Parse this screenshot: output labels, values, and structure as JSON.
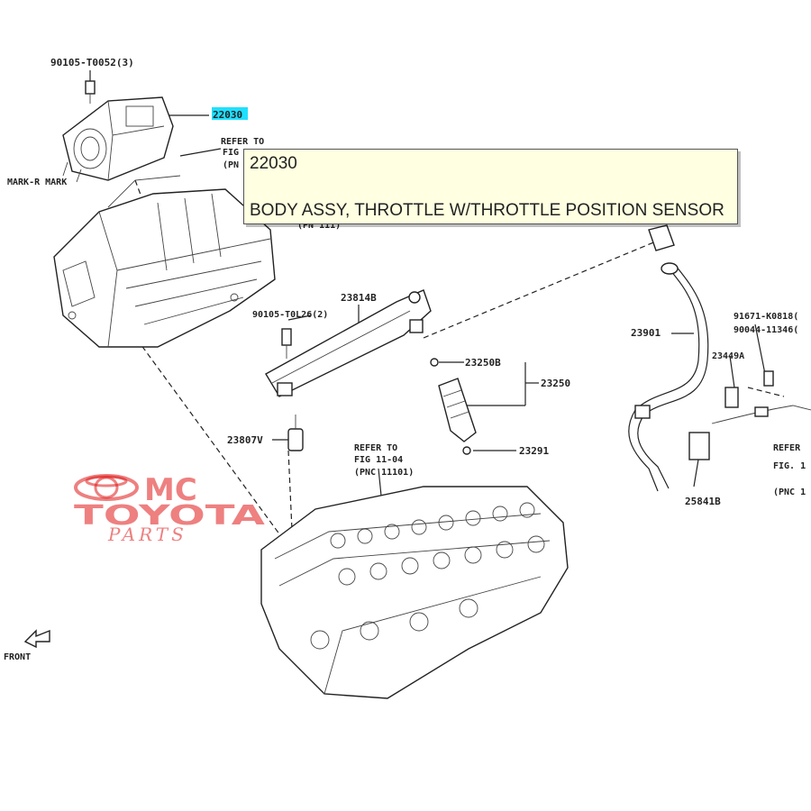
{
  "labels": {
    "bolt_top": "90105-T0052(3)",
    "throttle_part": "22030",
    "refer_top_1": "REFER TO",
    "refer_top_2": "FIG",
    "refer_top_3": "(PN",
    "refer_top_4": "(PN  111)",
    "engine_marker": "MARK-R MARK",
    "bolt_mid": "90105-T0L26(2)",
    "fuel_rail": "23814B",
    "vacuum_hose": "23901",
    "clip_right_1": "91671-K0818(",
    "clip_right_2": "90044-11346(",
    "bracket_right": "23449A",
    "injector_sub": "23250B",
    "injector_assy": "23250",
    "spacer": "23807V",
    "refer_head_1": "REFER TO",
    "refer_head_2": "FIG 11-04",
    "refer_head_3": "(PNC 11101)",
    "gasket": "23291",
    "refer_right_1": "REFER",
    "refer_right_2": "FIG. 1",
    "refer_right_3": "(PNC 1",
    "valve_right": "25841B",
    "front_label": "FRONT"
  },
  "tooltip": {
    "code": "22030",
    "description": "BODY ASSY, THROTTLE W/THROTTLE POSITION SENSOR"
  },
  "watermark": {
    "line1": "MC",
    "line2": "TOYOTA",
    "line3": "PARTS"
  },
  "colors": {
    "highlight": "#1ee0ff",
    "tooltip_bg": "#ffffe1",
    "watermark_red": "#e01818"
  }
}
